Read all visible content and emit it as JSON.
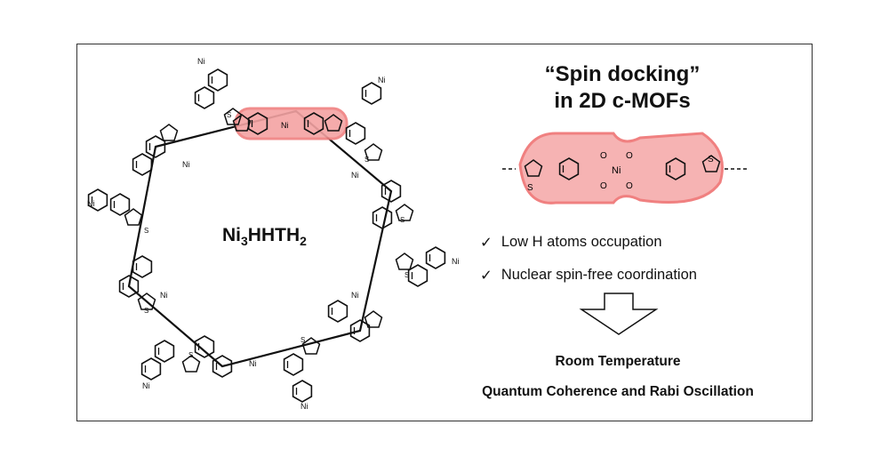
{
  "figure": {
    "title_line1": "“Spin docking”",
    "title_line2": "in 2D c-MOFs",
    "framework_label_main": "Ni",
    "framework_label_sub1": "3",
    "framework_label_mid": "HHTH",
    "framework_label_sub2": "2",
    "checklist": [
      {
        "mark": "✓",
        "text": "Low H atoms occupation"
      },
      {
        "mark": "✓",
        "text": "Nuclear spin-free coordination"
      }
    ],
    "result_line1": "Room Temperature",
    "result_line2": "Quantum Coherence and Rabi Oscillation",
    "atom_ni": "Ni",
    "atom_o": "O",
    "atom_s": "S",
    "highlight_color": "#f08080",
    "line_color": "#111111"
  }
}
